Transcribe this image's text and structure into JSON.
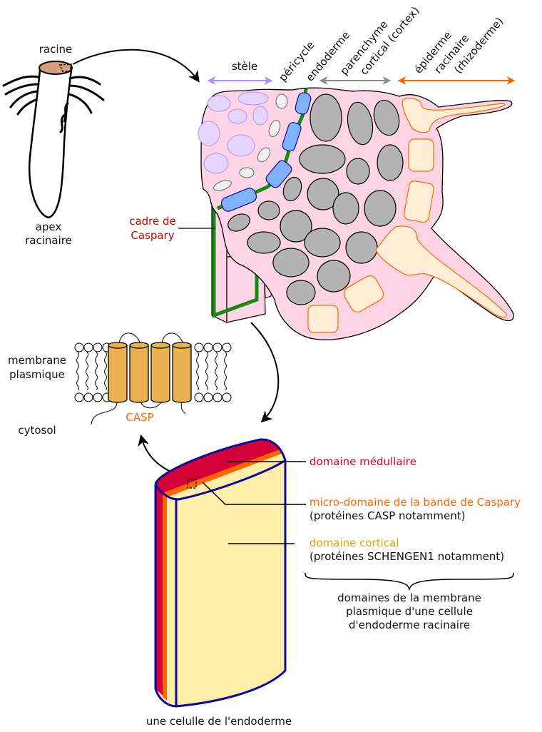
{
  "colors": {
    "stele": "#b28cff",
    "cortex_arrow": "#8c8c8c",
    "epidermis": "#ff6600",
    "caspary_label": "#cc0000",
    "casp_label": "#ff6600",
    "medullary_domain": "#d40038",
    "micro_domain": "#ff6600",
    "cortical_domain": "#d4aa00",
    "tissue_pink": "#ffd5e5",
    "endoderm_blue": "#80b3ff",
    "caspary_green": "#158a15",
    "cell_outline": "#0a0a99"
  },
  "root": {
    "top_label": "racine",
    "apex_label_1": "apex",
    "apex_label_2": "racinaire"
  },
  "section": {
    "stele": "stèle",
    "pericycle": "péricycle",
    "endoderm": "endoderme",
    "parenchyma_1": "parenchyme",
    "parenchyma_2": "cortical (cortex)",
    "epidermis_1": "épiderme",
    "epidermis_2": "racinaire",
    "epidermis_3": "(rhizoderme)",
    "caspary_1": "cadre de",
    "caspary_2": "Caspary"
  },
  "membrane": {
    "label_1": "membrane",
    "label_2": "plasmique",
    "cytosol": "cytosol",
    "protein": "CASP"
  },
  "cell": {
    "medullary": "domaine médullaire",
    "micro": "micro-domaine de la bande de Caspary",
    "micro_note": "(protéines CASP notamment)",
    "cortical": "domaine cortical",
    "cortical_note": "(protéines SCHENGEN1 notamment)",
    "brace_1": "domaines de la membrane",
    "brace_2": "plasmique d'une cellule",
    "brace_3": "d'endoderme racinaire",
    "caption": "une celulle de l'endoderme"
  }
}
